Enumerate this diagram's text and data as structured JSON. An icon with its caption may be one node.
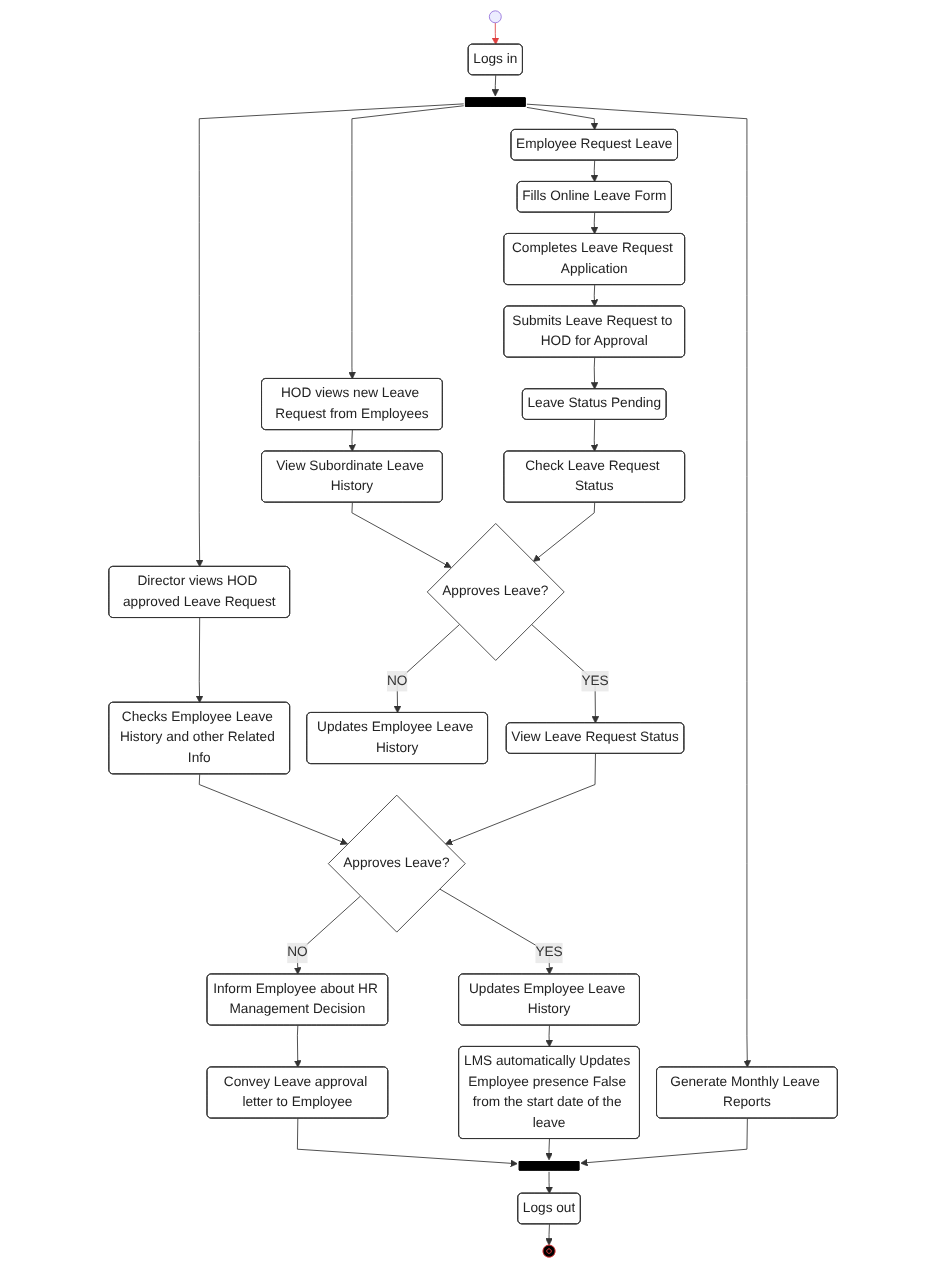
{
  "diagram": {
    "nodes": [
      {
        "text": [],
        "shape": "circle"
      },
      {
        "text": [
          "Logs in"
        ]
      },
      {
        "text": [],
        "shape": "bar"
      },
      {
        "text": [
          "Employee Request Leave"
        ]
      },
      {
        "text": [
          "Fills Online Leave Form"
        ]
      },
      {
        "text": [
          "Completes Leave Request Application"
        ]
      },
      {
        "text": [
          "Submits Leave Request to HOD for Approval"
        ]
      },
      {
        "text": [
          "Leave Status Pending"
        ]
      },
      {
        "text": [
          "Check Leave Request Status"
        ]
      },
      {
        "text": [
          "HOD views new Leave Request from Employees"
        ]
      },
      {
        "text": [
          "View Subordinate Leave History"
        ]
      },
      {
        "text": [
          "Approves Leave?"
        ]
      },
      {
        "text": [
          "View Leave Request Status"
        ]
      },
      {
        "text": [
          "Updates Employee Leave History"
        ]
      },
      {
        "text": [
          "Director views HOD approved Leave Request"
        ]
      },
      {
        "text": [
          "Checks Employee Leave History and other Related Info"
        ]
      },
      {
        "text": [
          "Approves Leave?"
        ]
      },
      {
        "text": [
          "Updates Employee Leave History"
        ]
      },
      {
        "text": [
          "Inform Employee about HR Management Decision"
        ]
      },
      {
        "text": [
          "LMS automatically Updates Employee presence False from the start date of the leave"
        ]
      },
      {
        "text": [
          "Convey Leave approval letter to Employee"
        ]
      },
      {
        "text": [
          "Generate Monthly Leave Reports"
        ]
      },
      {
        "text": [],
        "shape": "bar"
      },
      {
        "text": [
          "Logs out"
        ]
      },
      {
        "text": [],
        "shape": "circle"
      }
    ],
    "edges": [
      {
        "from": 0,
        "to": 1,
        "arrow": "to",
        "color": "#e04040"
      },
      {
        "from": 1,
        "to": 2,
        "arrow": "to"
      },
      {
        "from": 2,
        "to": 3,
        "arrow": "to"
      },
      {
        "from": 2,
        "to": 9,
        "arrow": "to"
      },
      {
        "from": 2,
        "to": 14,
        "arrow": "to"
      },
      {
        "from": 2,
        "to": 21,
        "arrow": "to"
      },
      {
        "from": 3,
        "to": 4,
        "arrow": "to"
      },
      {
        "from": 4,
        "to": 5,
        "arrow": "to"
      },
      {
        "from": 5,
        "to": 6,
        "arrow": "to"
      },
      {
        "from": 6,
        "to": 7,
        "arrow": "to"
      },
      {
        "from": 7,
        "to": 8,
        "arrow": "to"
      },
      {
        "from": 9,
        "to": 10,
        "arrow": "to"
      },
      {
        "from": 10,
        "to": 11,
        "arrow": "to"
      },
      {
        "from": 8,
        "to": 11,
        "arrow": "to"
      },
      {
        "from": 11,
        "to": 12,
        "arrow": "to",
        "label": "YES"
      },
      {
        "from": 11,
        "to": 13,
        "arrow": "to",
        "label": "NO"
      },
      {
        "from": 14,
        "to": 15,
        "arrow": "to"
      },
      {
        "from": 15,
        "to": 16,
        "arrow": "to"
      },
      {
        "from": 12,
        "to": 16,
        "arrow": "to"
      },
      {
        "from": 16,
        "to": 17,
        "arrow": "to",
        "label": "YES"
      },
      {
        "from": 16,
        "to": 18,
        "arrow": "to",
        "label": "NO"
      },
      {
        "from": 17,
        "to": 19,
        "arrow": "to"
      },
      {
        "from": 18,
        "to": 20,
        "arrow": "to"
      },
      {
        "from": 20,
        "to": 22,
        "arrow": "to"
      },
      {
        "from": 19,
        "to": 22,
        "arrow": "to"
      },
      {
        "from": 21,
        "to": 22,
        "arrow": "to"
      },
      {
        "from": 22,
        "to": 23,
        "arrow": "to"
      },
      {
        "from": 23,
        "to": 24,
        "arrow": "to"
      }
    ]
  }
}
